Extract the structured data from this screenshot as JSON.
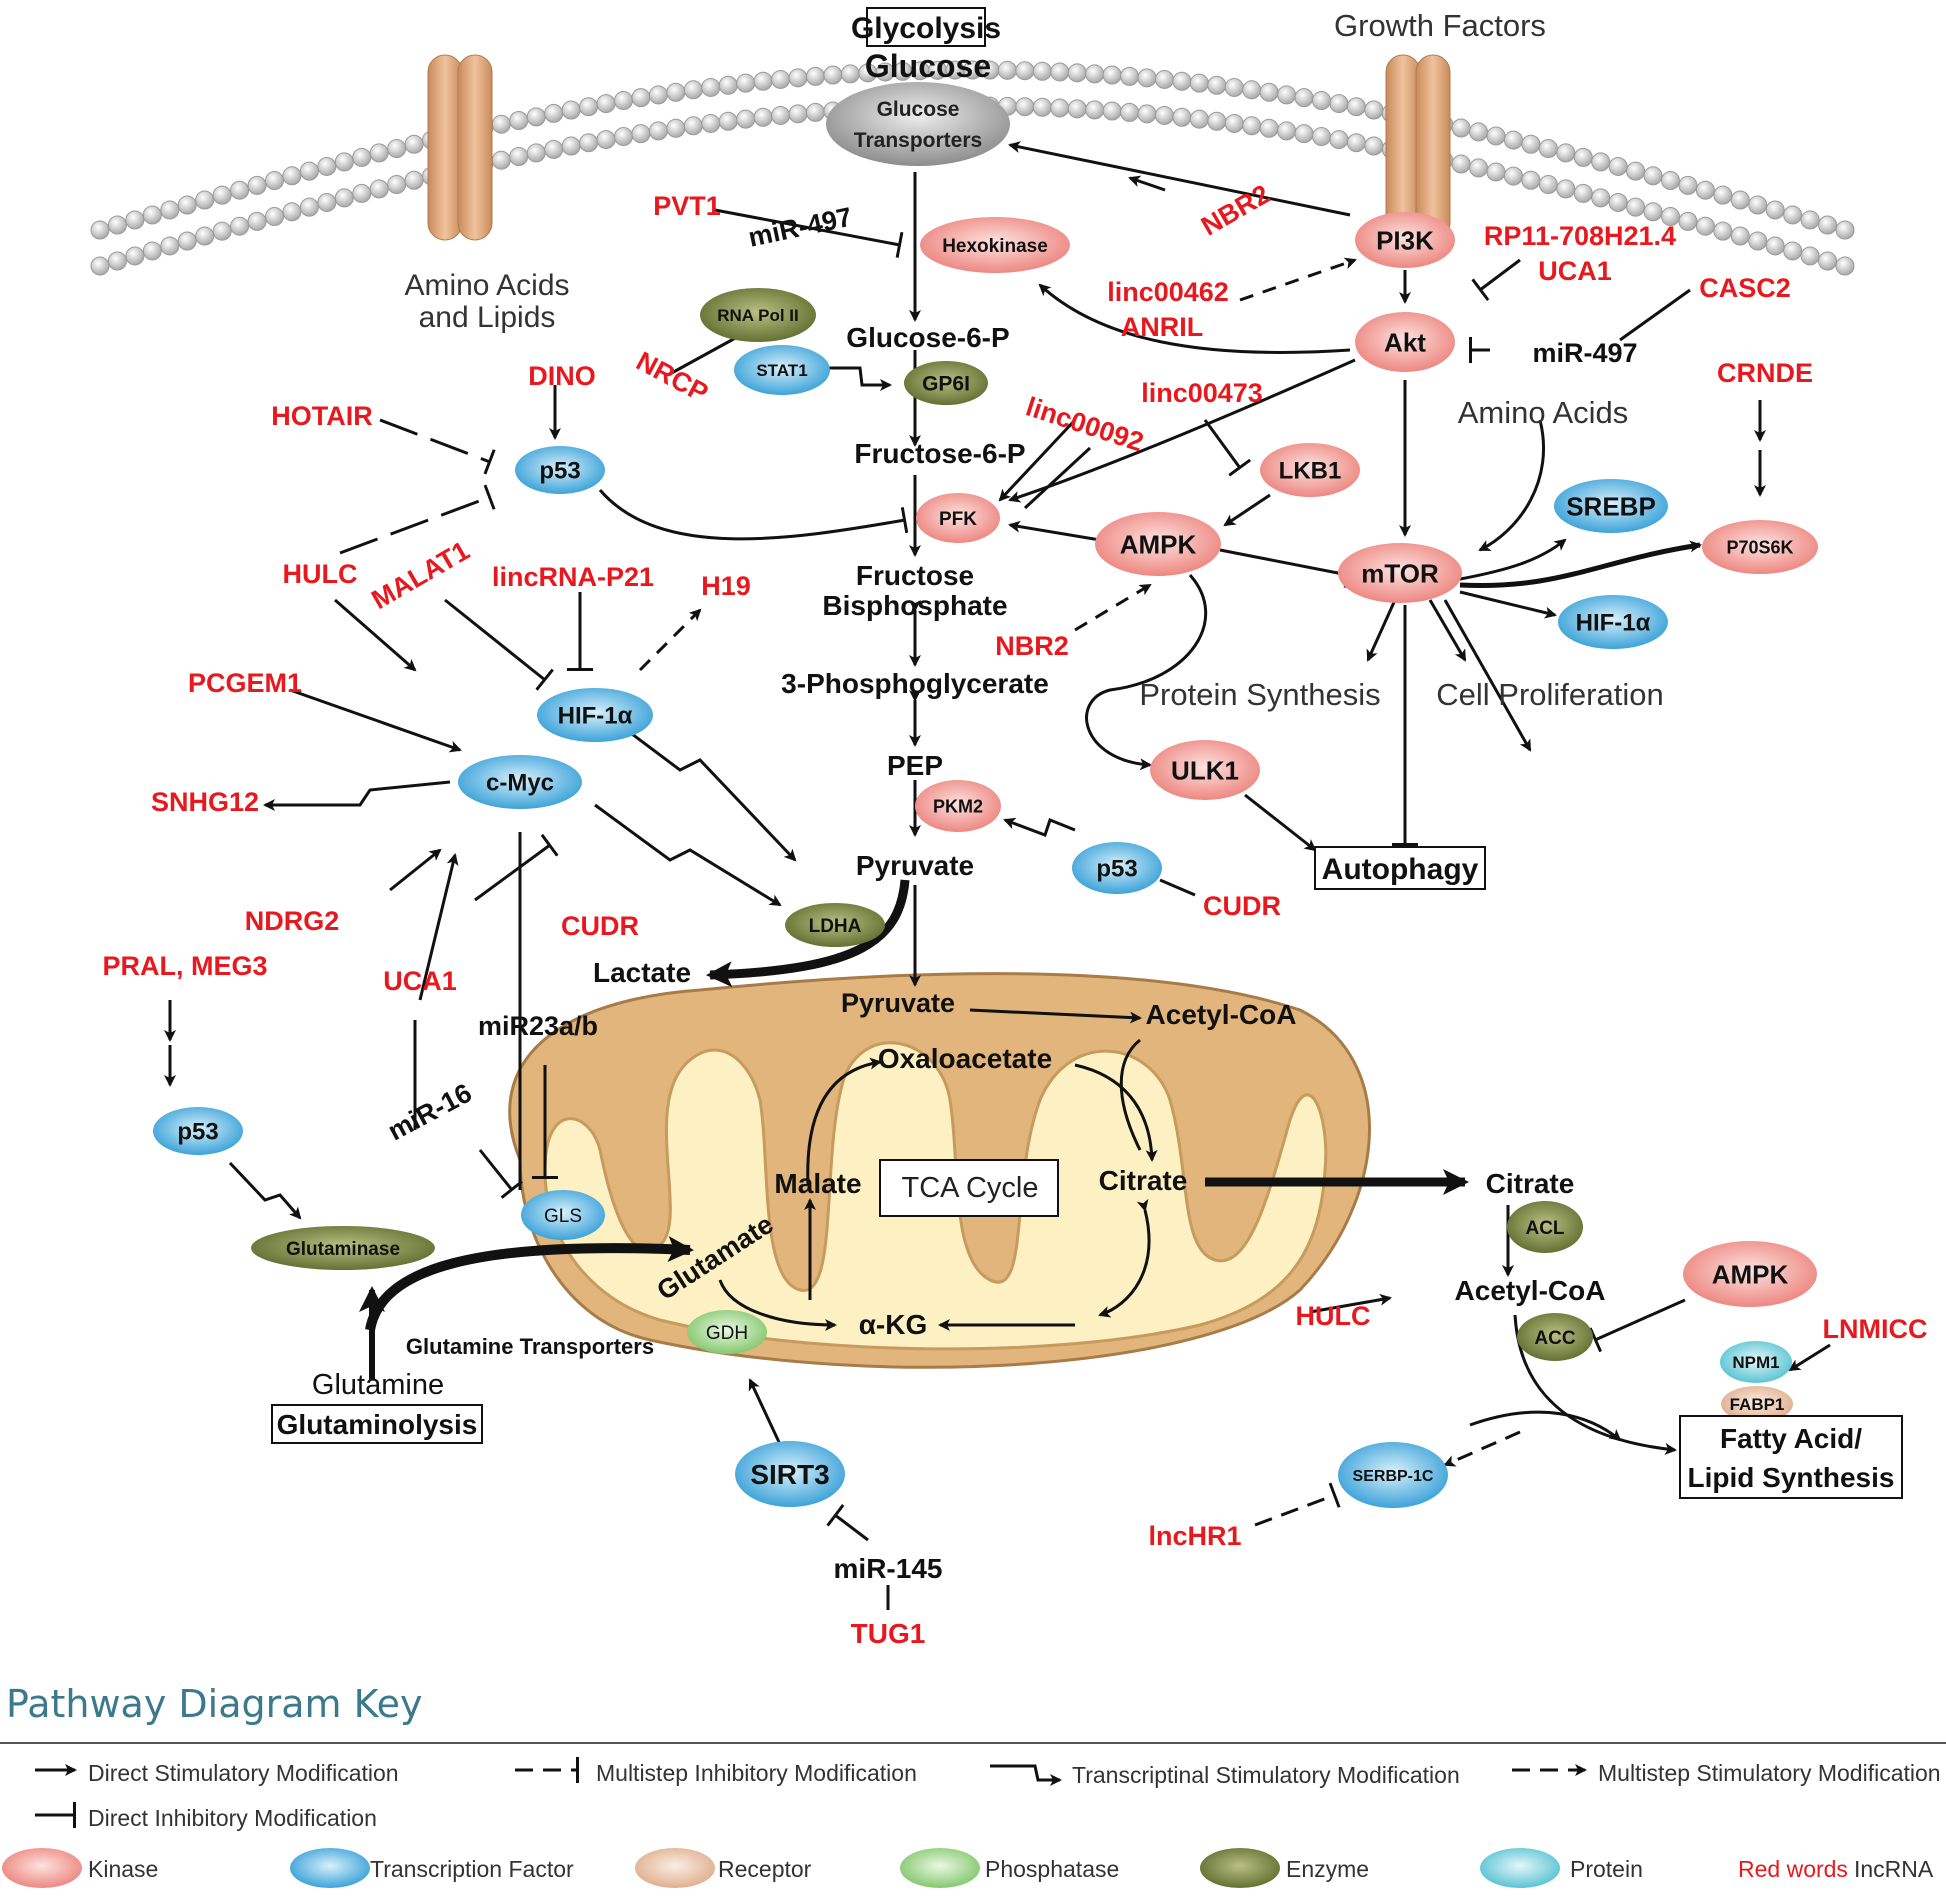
{
  "colors": {
    "lncrna_red": "#e8191e",
    "kinase": "#ee8a84",
    "tf": "#3fa7db",
    "receptor": "#e9b99b",
    "phosphatase": "#8fce7a",
    "enzyme": "#6f7a36",
    "protein": "#5fc7d6",
    "mito_outer": "#e2b980",
    "mito_inner": "#fdf3c9"
  },
  "headings": {
    "glycolysis": "Glycolysis",
    "glucose": "Glucose",
    "growth_factors": "Growth Factors",
    "amino_acids_lipids_1": "Amino Acids",
    "amino_acids_lipids_2": "and Lipids",
    "amino_acids": "Amino Acids",
    "protein_synthesis": "Protein Synthesis",
    "cell_proliferation": "Cell Proliferation",
    "autophagy": "Autophagy",
    "tca_cycle": "TCA Cycle",
    "glutamine_transporters": "Glutamine Transporters",
    "glutamine": "Glutamine",
    "glutaminolysis": "Glutaminolysis",
    "fatty_acid_1": "Fatty Acid/",
    "fatty_acid_2": "Lipid Synthesis"
  },
  "metabolites": {
    "glucose_6_p": "Glucose-6-P",
    "fructose_6_p": "Fructose-6-P",
    "fructose_bp_1": "Fructose",
    "fructose_bp_2": "Bisphosphate",
    "pg3": "3-Phosphoglycerate",
    "pep": "PEP",
    "pyruvate": "Pyruvate",
    "lactate": "Lactate",
    "pyruvate_mito": "Pyruvate",
    "acetyl_coa_mito": "Acetyl-CoA",
    "oxaloacetate": "Oxaloacetate",
    "citrate_mito": "Citrate",
    "malate": "Malate",
    "glutamate": "Glutamate",
    "akg": "α-KG",
    "citrate_cyto": "Citrate",
    "acetyl_coa_cyto": "Acetyl-CoA"
  },
  "nodes": {
    "glucose_transporters_1": "Glucose",
    "glucose_transporters_2": "Transporters",
    "hexokinase": "Hexokinase",
    "rna_pol_ii": "RNA Pol II",
    "stat1": "STAT1",
    "gp6i": "GP6I",
    "pfk": "PFK",
    "pi3k": "PI3K",
    "akt": "Akt",
    "lkb1": "LKB1",
    "ampk": "AMPK",
    "mtor": "mTOR",
    "srebp": "SREBP",
    "p70s6k": "P70S6K",
    "hif1a_right": "HIF-1α",
    "ulk1": "ULK1",
    "p53_top": "p53",
    "hif1a_left": "HIF-1α",
    "cmyc": "c-Myc",
    "pkm2": "PKM2",
    "p53_mid": "p53",
    "ldha": "LDHA",
    "p53_left": "p53",
    "glutaminase": "Glutaminase",
    "gls": "GLS",
    "gdh": "GDH",
    "sirt3": "SIRT3",
    "acl": "ACL",
    "acc": "ACC",
    "ampk_right": "AMPK",
    "npm1": "NPM1",
    "fabp1": "FABP1",
    "serbp1c": "SERBP-1C"
  },
  "mirnas": {
    "mir497_top": "miR-497",
    "mir497_right": "miR-497",
    "mir23ab": "miR23a/b",
    "mir16": "miR-16",
    "mir145": "miR-145"
  },
  "lncrnas": {
    "pvt1": "PVT1",
    "nbr2_top": "NBR2",
    "rp11": "RP11-708H21.4",
    "uca1_top": "UCA1",
    "casc2": "CASC2",
    "linc00462": "linc00462",
    "anril": "ANRIL",
    "crnde": "CRNDE",
    "linc00473": "linc00473",
    "nrcp": "NRCP",
    "dino": "DINO",
    "hotair": "HOTAIR",
    "linc00092": "linc00092",
    "hulc_left": "HULC",
    "malat1": "MALAT1",
    "lincrna_p21": "lincRNA-P21",
    "h19": "H19",
    "nbr2_mid": "NBR2",
    "pcgem1": "PCGEM1",
    "snhg12": "SNHG12",
    "ndrg2": "NDRG2",
    "cudr_left": "CUDR",
    "cudr_right": "CUDR",
    "pral_meg3": "PRAL, MEG3",
    "uca1_left": "UCA1",
    "hulc_right": "HULC",
    "lnmicc": "LNMICC",
    "lnchr1": "lncHR1",
    "tug1": "TUG1"
  },
  "key": {
    "title": "Pathway Diagram Key",
    "direct_stim": "Direct Stimulatory Modification",
    "multistep_inhib": "Multistep Inhibitory Modification",
    "transcriptional_stim": "Transcriptinal Stimulatory Modification",
    "multistep_stim": "Multistep Stimulatory Modification",
    "direct_inhib": "Direct Inhibitory Modification",
    "kinase": "Kinase",
    "tf": "Transcription Factor",
    "receptor": "Receptor",
    "phosphatase": "Phosphatase",
    "enzyme": "Enzyme",
    "protein": "Protein",
    "red_words": "Red words",
    "lncrna": "IncRNA"
  }
}
